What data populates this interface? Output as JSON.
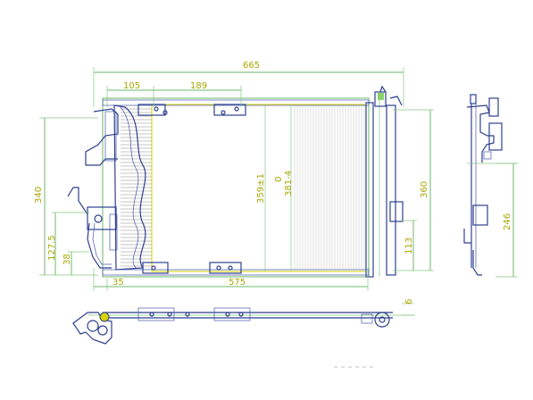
{
  "dimensions": {
    "overall_width": "665",
    "left_offset_105": "105",
    "bracket_spacing_189": "189",
    "height_340": "340",
    "core_height": "359±1",
    "tolerance_label": "0\n381-4",
    "tol_top": "0",
    "tol_main": "381-4",
    "right_height_360": "360",
    "dim_113": "113",
    "dim_127_5": "127.5",
    "dim_38": "38",
    "dim_35": "35",
    "core_width": "575",
    "side_height_246": "246",
    "dim_6": "6"
  },
  "colors": {
    "dimension_text": "#a7a600",
    "dimension_line": "#6db86a",
    "part_outline": "#2e3f8f",
    "fin": "#8a8a8a"
  }
}
